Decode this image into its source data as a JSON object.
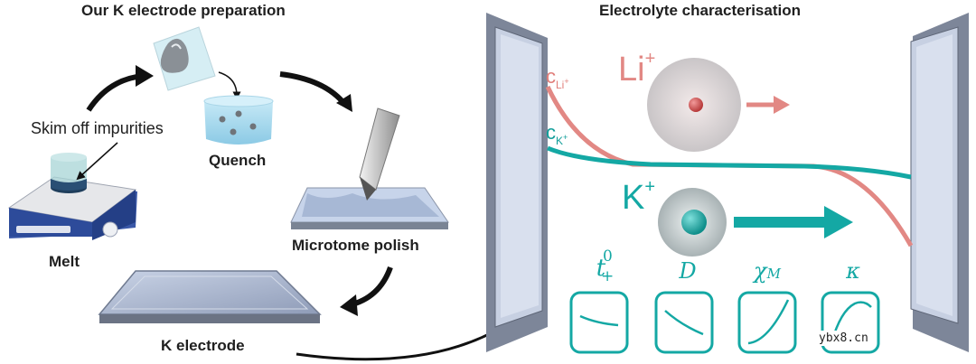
{
  "left_panel": {
    "title": "Our K electrode preparation",
    "steps": {
      "skim": "Skim off impurities",
      "quench": "Quench",
      "melt": "Melt",
      "polish": "Microtome polish",
      "electrode": "K electrode"
    }
  },
  "right_panel": {
    "title": "Electrolyte characterisation",
    "li_ion": {
      "symbol": "Li",
      "charge": "+"
    },
    "k_ion": {
      "symbol": "K",
      "charge": "+"
    },
    "conc_li": {
      "c": "c",
      "sub": "Li",
      "sup": "+"
    },
    "conc_k": {
      "c": "c",
      "sub": "K",
      "sup": "+"
    },
    "parameters": {
      "t": "t",
      "t_sup": "0",
      "t_sub": "+",
      "D": "D",
      "chi": "χ",
      "chi_sub": "M",
      "kappa": "κ"
    },
    "colors": {
      "li": "#e28884",
      "k": "#14a8a4",
      "electrode": "#8c95a8"
    }
  },
  "watermark": "ybx8.cn"
}
